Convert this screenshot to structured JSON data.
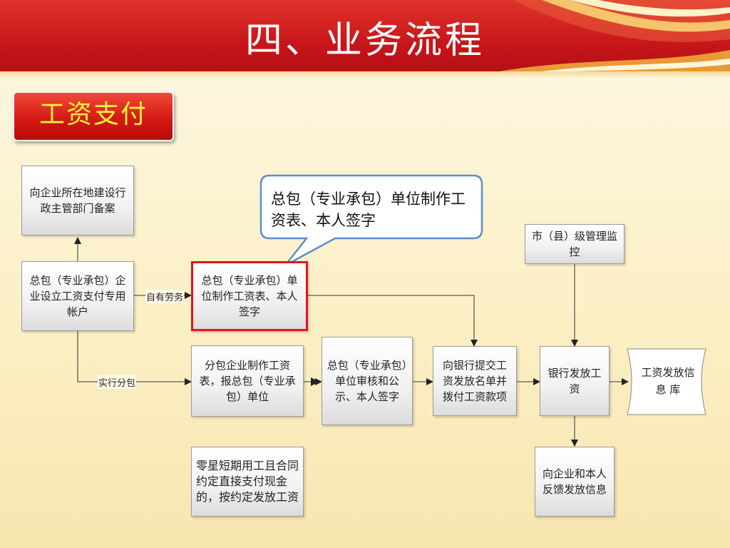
{
  "title": "四、业务流程",
  "tag": "工资支付",
  "callout": "总包（专业承包）单位制作工资表、本人签字",
  "nodes": {
    "register": "向企业所在地建设行政主管部门备案",
    "account": "总包（专业承包）企业设立工资支付专用帐户",
    "own_payroll": "总包（专业承包）单位制作工资表、本人签字",
    "sub_payroll": "分包企业制作工资表，报总包（专业承包）单位",
    "review": "总包（专业承包）单位审核和公示、本人签字",
    "submit_bank": "向银行提交工资发放名单并拨付工资款项",
    "bank_pay": "银行发放工资",
    "monitor": "市（县）级管理监控",
    "feedback": "向企业和本人反馈发放信息",
    "cash": "零星短期用工且合同约定直接支付现金的，按约定发放工资",
    "database": "工资发放信 息 库"
  },
  "edges": {
    "self_labor": "自有劳务",
    "subcontract": "实行分包"
  },
  "colors": {
    "header_red": "#c8161b",
    "tag_text": "#fff23a",
    "highlight_border": "#e3141c",
    "callout_border": "#5b8fc9"
  }
}
